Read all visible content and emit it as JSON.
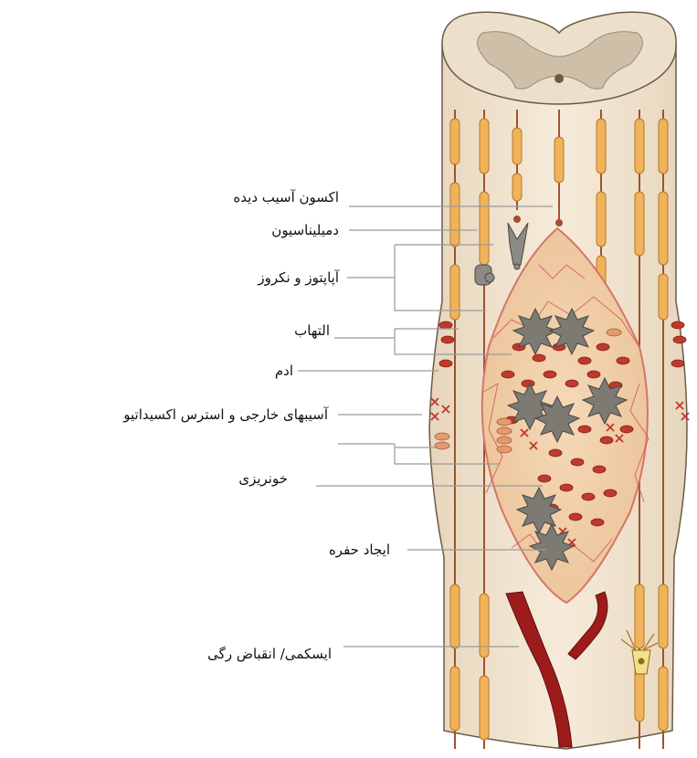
{
  "labels": {
    "damaged_axon": "اکسون آسیب دیده",
    "demyelination": "دمیلیناسیون",
    "apoptosis_necrosis": "آپاپتوز و نکروز",
    "inflammation": "التهاب",
    "edema": "ادم",
    "external_injury_oxidative_stress": "آسیبهای خارجی و استرس اکسیداتیو",
    "hemorrhage": "خونریزی",
    "cavity_formation": "ایجاد حفره",
    "ischemia_vasospasm": "ایسکمی/ انقباض رگی"
  },
  "colors": {
    "cord": "#f3e6d2",
    "cord_outline": "#6b5a46",
    "grey_matter": "#cdbfa8",
    "axon": "#a0522d",
    "myelin": "#f0b35a",
    "lesion": "#f2cfa8",
    "blood_cell": "#c0392b",
    "vessel": "#9e1b1b",
    "leader_line": "#9a9a9a"
  }
}
